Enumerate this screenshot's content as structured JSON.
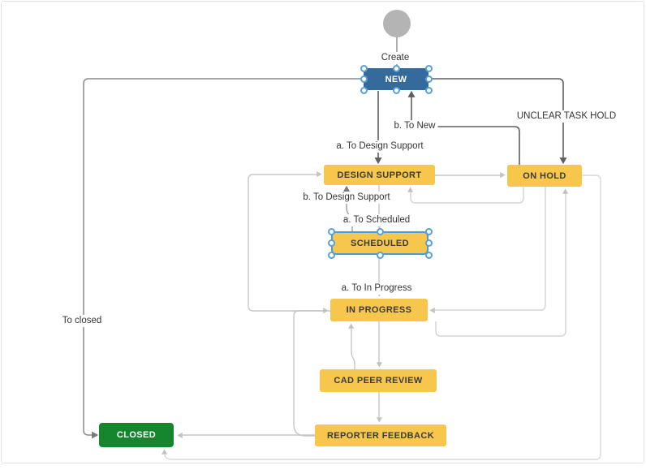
{
  "workflow": {
    "statuses": {
      "new": {
        "label": "NEW",
        "color": "#356B9B",
        "selected": true
      },
      "design_support": {
        "label": "DESIGN SUPPORT",
        "color": "#F7C64C"
      },
      "on_hold": {
        "label": "ON HOLD",
        "color": "#F7C64C"
      },
      "scheduled": {
        "label": "SCHEDULED",
        "color": "#F7C64C",
        "selected": true
      },
      "in_progress": {
        "label": "IN PROGRESS",
        "color": "#F7C64C"
      },
      "cad_peer_review": {
        "label": "CAD PEER REVIEW",
        "color": "#F7C64C"
      },
      "reporter_feedback": {
        "label": "REPORTER FEEDBACK",
        "color": "#F7C64C"
      },
      "closed": {
        "label": "CLOSED",
        "color": "#15862E"
      }
    },
    "transition_labels": {
      "create": "Create",
      "a_to_design_support": "a. To Design Support",
      "b_to_new": "b. To New",
      "unclear_task_hold": "UNCLEAR TASK HOLD",
      "b_to_design_support": "b. To Design Support",
      "a_to_scheduled": "a. To Scheduled",
      "a_to_in_progress": "a. To In Progress",
      "to_closed": "To closed"
    },
    "transitions": [
      {
        "from": "start",
        "to": "new",
        "label": "Create"
      },
      {
        "from": "new",
        "to": "design_support",
        "label": "a. To Design Support"
      },
      {
        "from": "on_hold",
        "to": "new",
        "label": "b. To New"
      },
      {
        "from": "new",
        "to": "on_hold",
        "label": "UNCLEAR TASK HOLD"
      },
      {
        "from": "new",
        "to": "closed",
        "label": "To closed"
      },
      {
        "from": "design_support",
        "to": "on_hold",
        "label": ""
      },
      {
        "from": "on_hold",
        "to": "design_support",
        "label": ""
      },
      {
        "from": "design_support",
        "to": "scheduled",
        "label": "a. To Scheduled"
      },
      {
        "from": "scheduled",
        "to": "design_support",
        "label": "b. To Design Support"
      },
      {
        "from": "scheduled",
        "to": "in_progress",
        "label": "a. To In Progress"
      },
      {
        "from": "on_hold",
        "to": "in_progress",
        "label": ""
      },
      {
        "from": "in_progress",
        "to": "on_hold",
        "label": ""
      },
      {
        "from": "in_progress",
        "to": "design_support",
        "label": ""
      },
      {
        "from": "in_progress",
        "to": "cad_peer_review",
        "label": ""
      },
      {
        "from": "cad_peer_review",
        "to": "in_progress",
        "label": ""
      },
      {
        "from": "cad_peer_review",
        "to": "reporter_feedback",
        "label": ""
      },
      {
        "from": "reporter_feedback",
        "to": "in_progress",
        "label": ""
      },
      {
        "from": "reporter_feedback",
        "to": "closed",
        "label": ""
      },
      {
        "from": "on_hold",
        "to": "closed",
        "label": ""
      }
    ],
    "colors": {
      "status_yellow": "#F7C64C",
      "status_blue": "#356B9B",
      "status_green": "#15862E",
      "selection_blue": "#459BDC",
      "connector_dark": "#5F5F5F",
      "connector_light": "#C6C6C6",
      "start_node_gray": "#B4B4B4"
    }
  }
}
